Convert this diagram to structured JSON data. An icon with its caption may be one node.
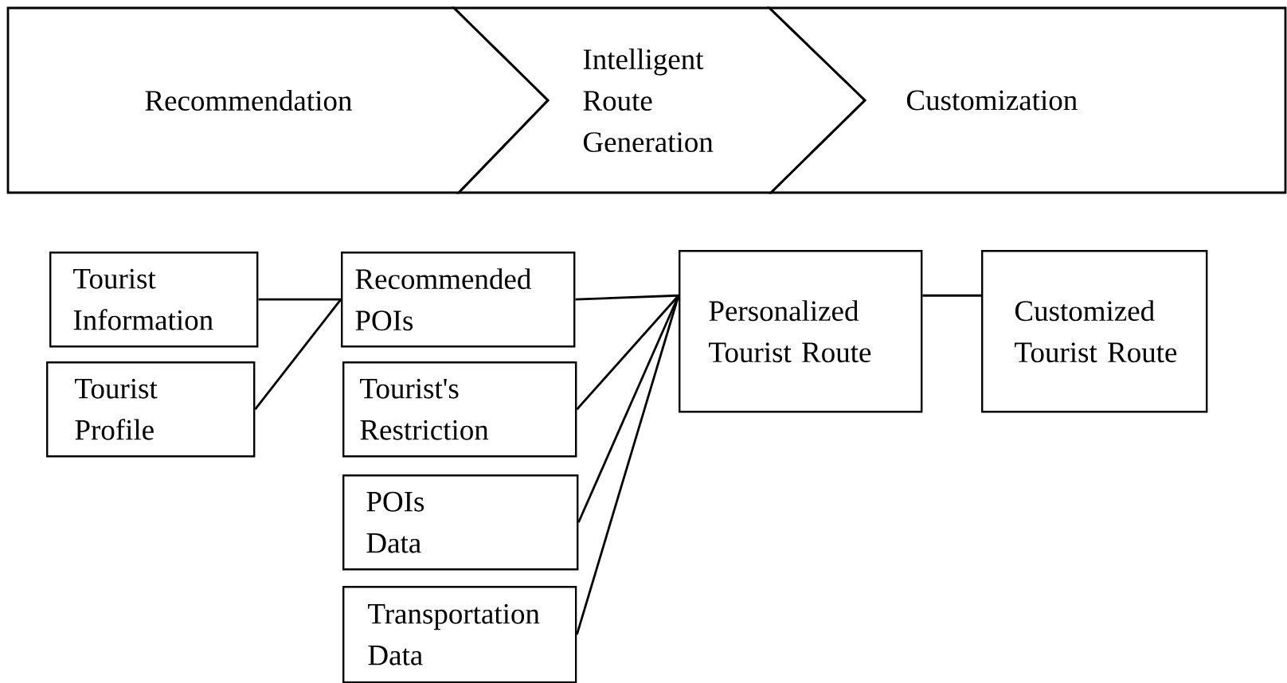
{
  "diagram": {
    "nodes": [
      {
        "text": [
          "Recommendation"
        ]
      },
      {
        "text": [
          "Intelligent Route Generation"
        ]
      },
      {
        "text": [
          "Customization"
        ]
      },
      {
        "text": [
          "Tourist Information"
        ]
      },
      {
        "text": [
          "Recommended POIs"
        ]
      },
      {
        "text": [
          "Tourist Profile"
        ]
      },
      {
        "text": [
          "Tourist's Restriction"
        ]
      },
      {
        "text": [
          "POIs Data"
        ]
      },
      {
        "text": [
          "Transportation Data"
        ]
      },
      {
        "text": [
          "Personalized Tourist Route"
        ]
      },
      {
        "text": [
          "Customized Tourist Route"
        ]
      }
    ],
    "edges": [
      {
        "from": 3,
        "to": 4,
        "arrow": "none"
      },
      {
        "from": 5,
        "to": 4,
        "arrow": "none"
      },
      {
        "from": 4,
        "to": 9,
        "arrow": "none"
      },
      {
        "from": 6,
        "to": 9,
        "arrow": "none"
      },
      {
        "from": 7,
        "to": 9,
        "arrow": "none"
      },
      {
        "from": 8,
        "to": 9,
        "arrow": "none"
      },
      {
        "from": 9,
        "to": 10,
        "arrow": "none"
      }
    ]
  }
}
